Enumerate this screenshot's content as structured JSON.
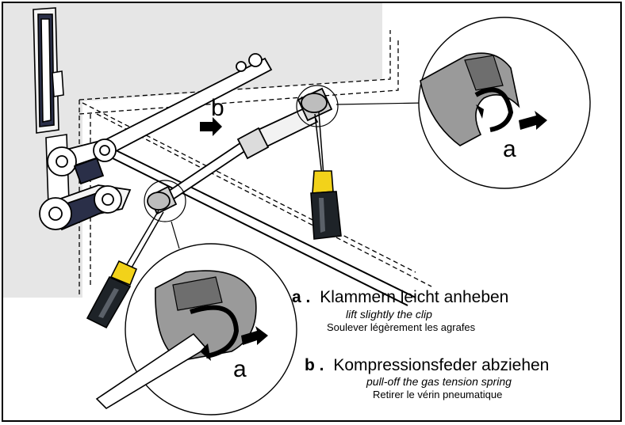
{
  "labels": {
    "step_b_marker": "b",
    "callout_right_marker": "a",
    "callout_left_marker": "a"
  },
  "legend": {
    "a": {
      "key": "a",
      "separator": ".",
      "de": "Klammern leicht anheben",
      "en": "lift slightly the clip",
      "fr": "Soulever légèrement les agrafes"
    },
    "b": {
      "key": "b",
      "separator": ".",
      "de": "Kompressionsfeder abziehen",
      "en": "pull-off the gas tension spring",
      "fr": "Retirer le vérin pneumatique"
    }
  },
  "colors": {
    "background_panel": "#e6e6e6",
    "handle_yellow": "#f2d21a",
    "handle_dark": "#1e2328",
    "line": "#000000",
    "clip_gray": "#9a9a9a"
  }
}
